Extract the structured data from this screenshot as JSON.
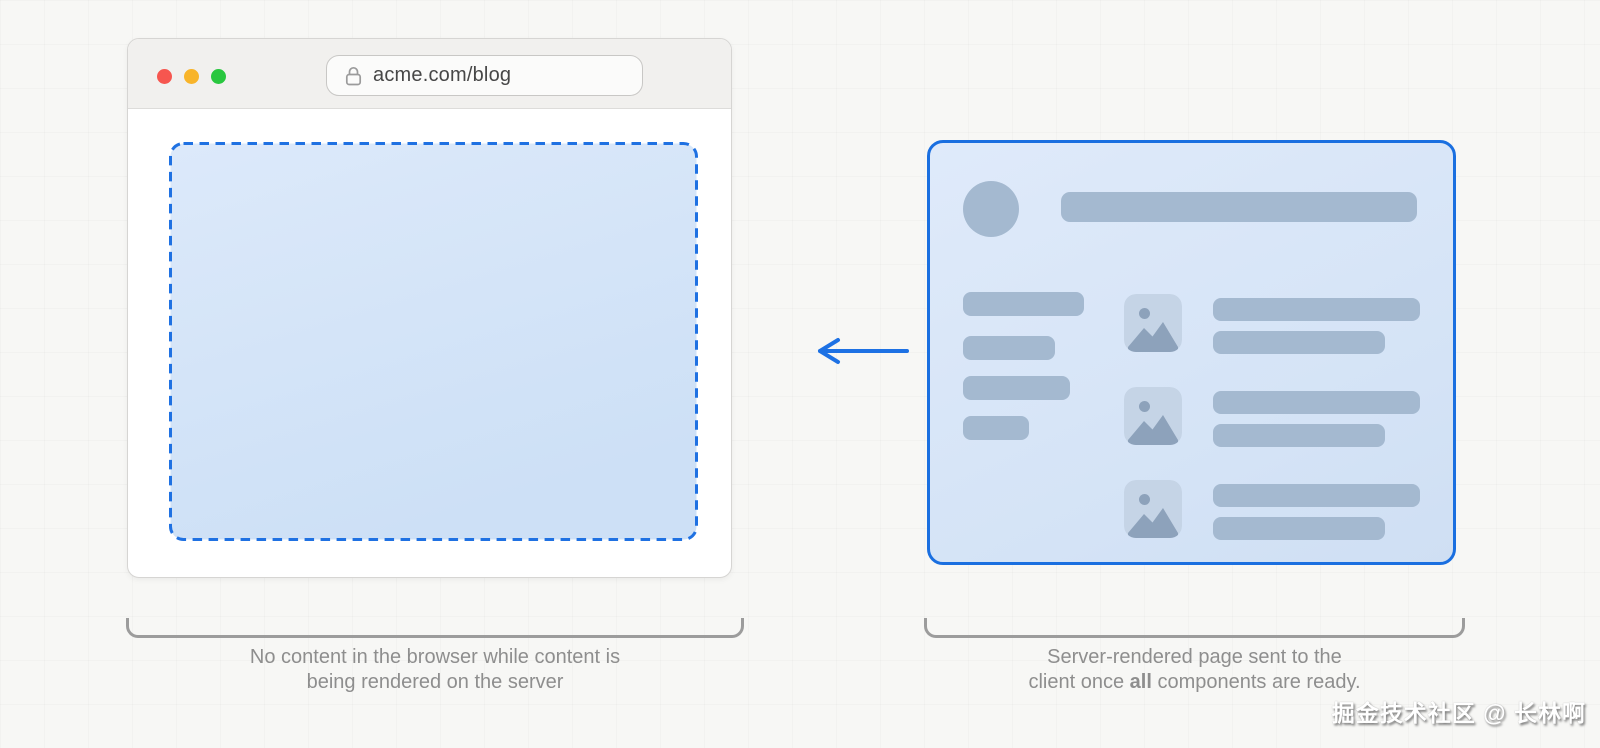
{
  "colors": {
    "accent_blue": "#1a6fe0",
    "skeleton": "#a4b9d0",
    "thumb_bg": "#c5d4e6",
    "thumb_icon": "#8da2bb",
    "bracket": "#9c9c9c",
    "caption": "#8e8e8e",
    "traffic_red": "#f6564f",
    "traffic_yellow": "#f8b42a",
    "traffic_green": "#29c73f",
    "placeholder_fill_top": "#dbe8fa",
    "placeholder_fill_bottom": "#cde0f6"
  },
  "browser_window": {
    "url": "acme.com/blog",
    "lock_icon": "lock-icon",
    "traffic_lights": [
      "close",
      "minimize",
      "zoom"
    ],
    "empty_placeholder": "dashed-placeholder-region"
  },
  "arrow": {
    "icon": "arrow-left-icon",
    "direction": "left"
  },
  "server_card": {
    "skeleton": {
      "avatar_icon": "avatar-circle",
      "title_bar_width": 356,
      "sidebar_bar_widths": [
        121,
        92,
        107,
        66
      ],
      "rows": [
        {
          "icon": "image-placeholder-icon",
          "bar_widths": [
            207,
            172
          ]
        },
        {
          "icon": "image-placeholder-icon",
          "bar_widths": [
            207,
            172
          ]
        },
        {
          "icon": "image-placeholder-icon",
          "bar_widths": [
            207,
            172
          ]
        }
      ]
    }
  },
  "captions": {
    "left_line1": "No content in the browser while content is",
    "left_line2": "being rendered on the server",
    "right_line1": "Server-rendered page sent to the",
    "right_line2_pre": "client once ",
    "right_line2_bold": "all",
    "right_line2_post": " components are ready."
  },
  "watermark": "掘金技术社区 @ 长林啊"
}
